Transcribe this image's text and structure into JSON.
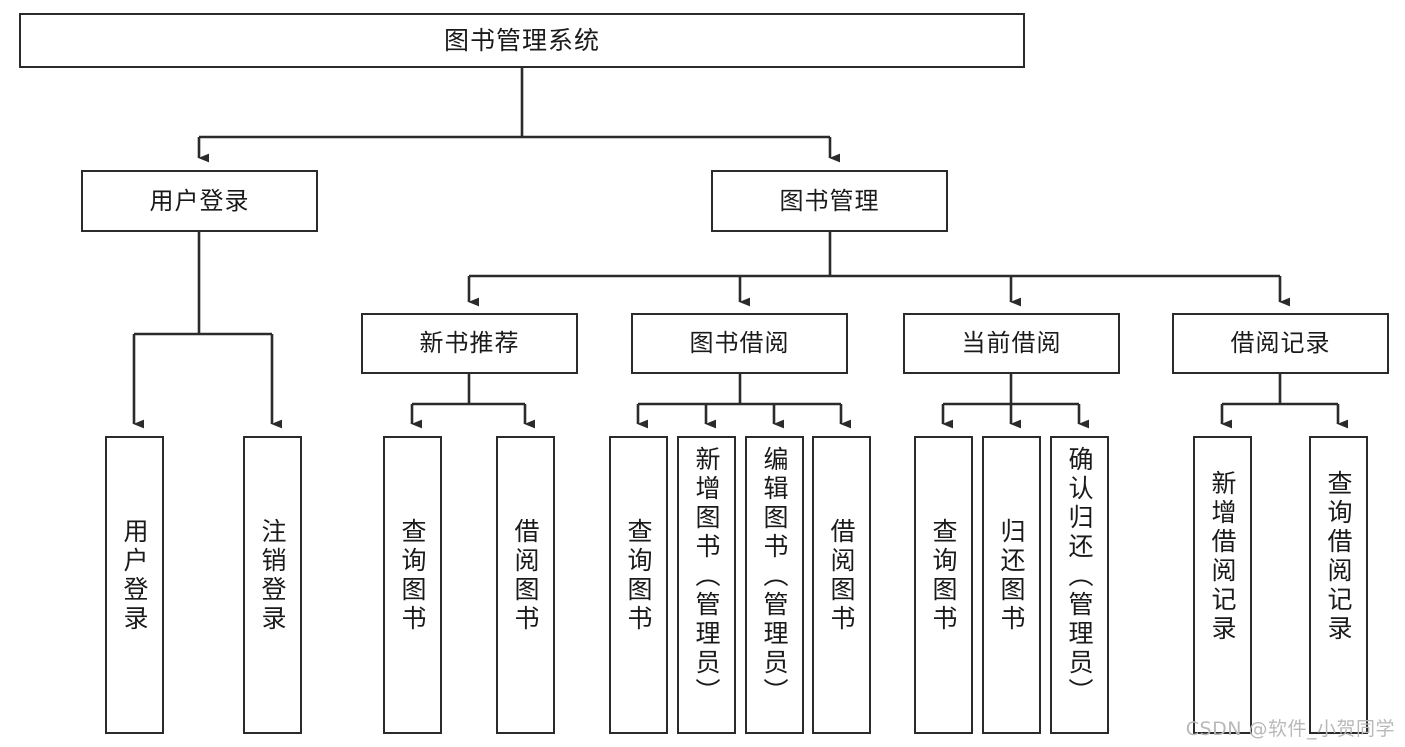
{
  "diagram": {
    "title": "图书管理系统",
    "type": "hierarchy-tree",
    "orientation": "top-down",
    "levels": 4,
    "root": {
      "id": "root",
      "label": "图书管理系统"
    },
    "level2": [
      {
        "id": "user-login",
        "label": "用户登录"
      },
      {
        "id": "book-manage",
        "label": "图书管理"
      }
    ],
    "level3": [
      {
        "id": "new-book-rec",
        "label": "新书推荐",
        "parent": "book-manage"
      },
      {
        "id": "book-borrow",
        "label": "图书借阅",
        "parent": "book-manage"
      },
      {
        "id": "current-borrow",
        "label": "当前借阅",
        "parent": "book-manage"
      },
      {
        "id": "borrow-record",
        "label": "借阅记录",
        "parent": "book-manage"
      }
    ],
    "leaves": [
      {
        "id": "leaf-user-login",
        "label": "用户登录",
        "parent": "user-login"
      },
      {
        "id": "leaf-logout",
        "label": "注销登录",
        "parent": "user-login"
      },
      {
        "id": "leaf-query-book-1",
        "label": "查询图书",
        "parent": "new-book-rec"
      },
      {
        "id": "leaf-borrow-book-1",
        "label": "借阅图书",
        "parent": "new-book-rec"
      },
      {
        "id": "leaf-query-book-2",
        "label": "查询图书",
        "parent": "book-borrow"
      },
      {
        "id": "leaf-add-book",
        "label": "新增图书（管理员）",
        "parent": "book-borrow"
      },
      {
        "id": "leaf-edit-book",
        "label": "编辑图书（管理员）",
        "parent": "book-borrow"
      },
      {
        "id": "leaf-borrow-book-2",
        "label": "借阅图书",
        "parent": "book-borrow"
      },
      {
        "id": "leaf-query-book-3",
        "label": "查询图书",
        "parent": "current-borrow"
      },
      {
        "id": "leaf-return-book",
        "label": "归还图书",
        "parent": "current-borrow"
      },
      {
        "id": "leaf-confirm-return",
        "label": "确认归还（管理员）",
        "parent": "current-borrow"
      },
      {
        "id": "leaf-add-record",
        "label": "新增借阅记录",
        "parent": "borrow-record"
      },
      {
        "id": "leaf-query-record",
        "label": "查询借阅记录",
        "parent": "borrow-record"
      }
    ],
    "watermark": "CSDN @软件_小贺同学",
    "colors": {
      "stroke": "#2b2b2b",
      "fill": "#ffffff",
      "text": "#1a1a1a",
      "watermark": "#b9b9b9"
    }
  }
}
